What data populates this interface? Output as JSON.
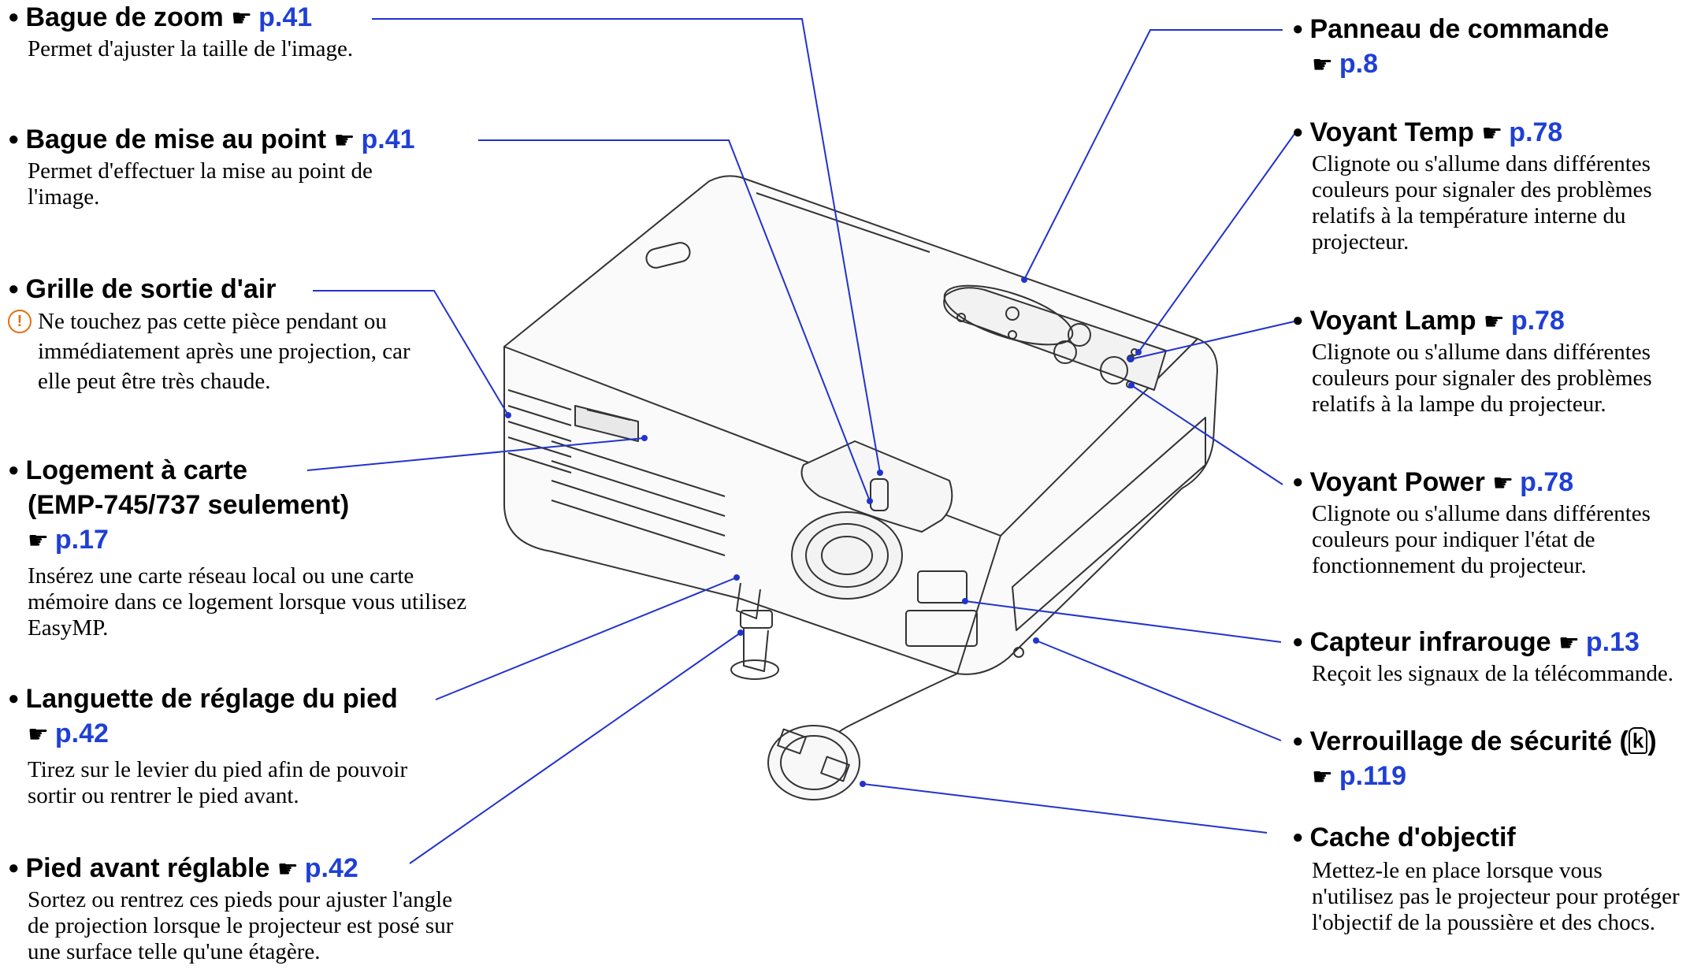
{
  "callouts": {
    "zoom": {
      "title": "Bague de zoom",
      "ref": "p.41",
      "desc": "Permet d'ajuster la taille de l'image."
    },
    "focus": {
      "title": "Bague de mise au point",
      "ref": "p.41",
      "desc": "Permet d'effectuer la mise au point de l'image."
    },
    "air": {
      "title": "Grille de sortie d'air",
      "warning": "Ne touchez pas cette pièce pendant ou immédiatement après une projection, car elle peut être très chaude."
    },
    "card": {
      "title_line1": "Logement à carte",
      "title_line2": "(EMP-745/737 seulement)",
      "ref": "p.17",
      "desc": "Insérez une carte réseau local ou une carte mémoire dans ce logement lorsque vous utilisez EasyMP."
    },
    "foot_tab": {
      "title": "Languette de réglage du pied",
      "ref": "p.42",
      "desc": "Tirez sur le levier du pied afin de pouvoir sortir ou rentrer le pied avant."
    },
    "front_foot": {
      "title": "Pied avant réglable",
      "ref": "p.42",
      "desc": "Sortez ou rentrez ces pieds pour ajuster l'angle de projection lorsque le projecteur est posé sur une surface telle qu'une étagère."
    },
    "panel": {
      "title": "Panneau de commande",
      "ref": "p.8"
    },
    "temp": {
      "title": "Voyant Temp",
      "ref": "p.78",
      "desc": "Clignote ou s'allume dans différentes couleurs pour signaler des problèmes relatifs à la température interne du projecteur."
    },
    "lamp": {
      "title": "Voyant Lamp",
      "ref": "p.78",
      "desc": "Clignote ou s'allume dans différentes couleurs pour signaler des problèmes relatifs à la lampe du projecteur."
    },
    "power": {
      "title": "Voyant Power",
      "ref": "p.78",
      "desc": "Clignote ou s'allume dans différentes couleurs pour indiquer l'état de fonctionnement du projecteur."
    },
    "ir": {
      "title": "Capteur infrarouge",
      "ref": "p.13",
      "desc": "Reçoit les signaux de la télécommande."
    },
    "lock": {
      "title": "Verrouillage de sécurité (",
      "title_end": ")",
      "ref": "p.119"
    },
    "cap": {
      "title": "Cache d'objectif",
      "desc": "Mettez-le en place lorsque vous n'utilisez pas le projecteur pour protéger l'objectif de la poussière et des chocs."
    }
  },
  "colors": {
    "leader": "#2233cc",
    "ref": "#1f3fd6",
    "warning": "#e07010"
  },
  "icons": {
    "ref": "pointing-hand-icon",
    "warning": "warning-icon",
    "lock": "kensington-lock-icon"
  }
}
